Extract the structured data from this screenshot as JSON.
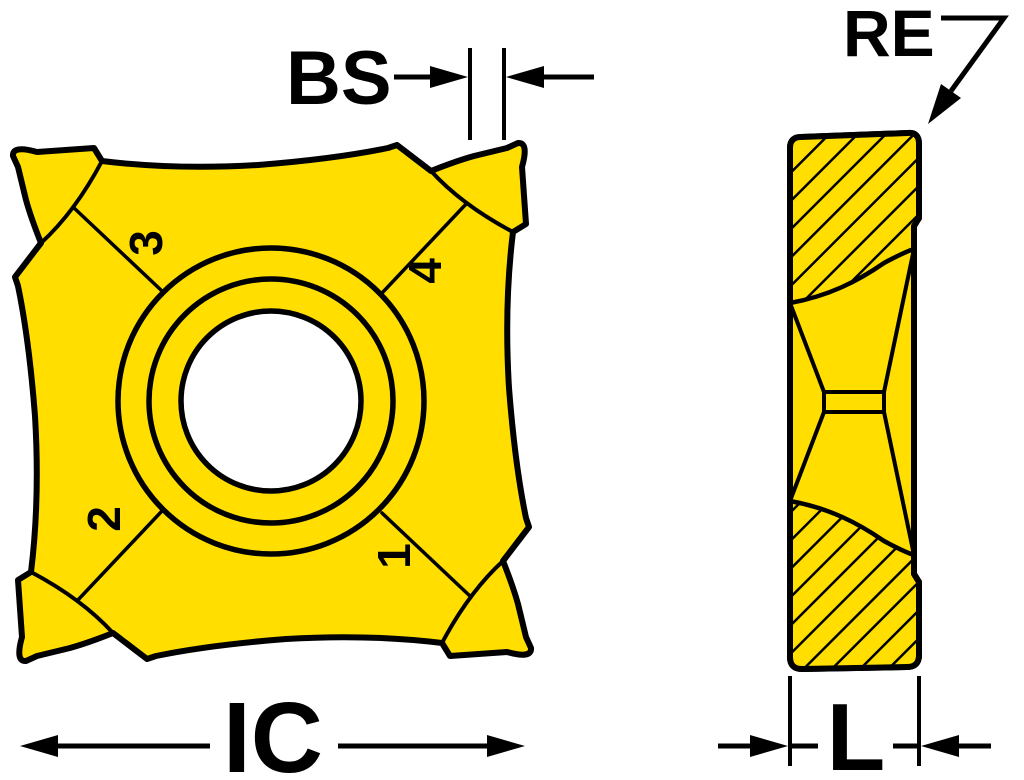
{
  "dimension_labels": {
    "bs": "BS",
    "re": "RE",
    "ic": "IC",
    "l": "L"
  },
  "insert_face_numbers": {
    "corner_top_left": "3",
    "corner_top_right": "4",
    "corner_bottom_left": "2",
    "corner_bottom_right": "1"
  },
  "colors": {
    "insert_yellow": "#FFDE00",
    "line_black": "#000000",
    "background": "#FFFFFF",
    "hole_white": "#FFFFFF"
  }
}
